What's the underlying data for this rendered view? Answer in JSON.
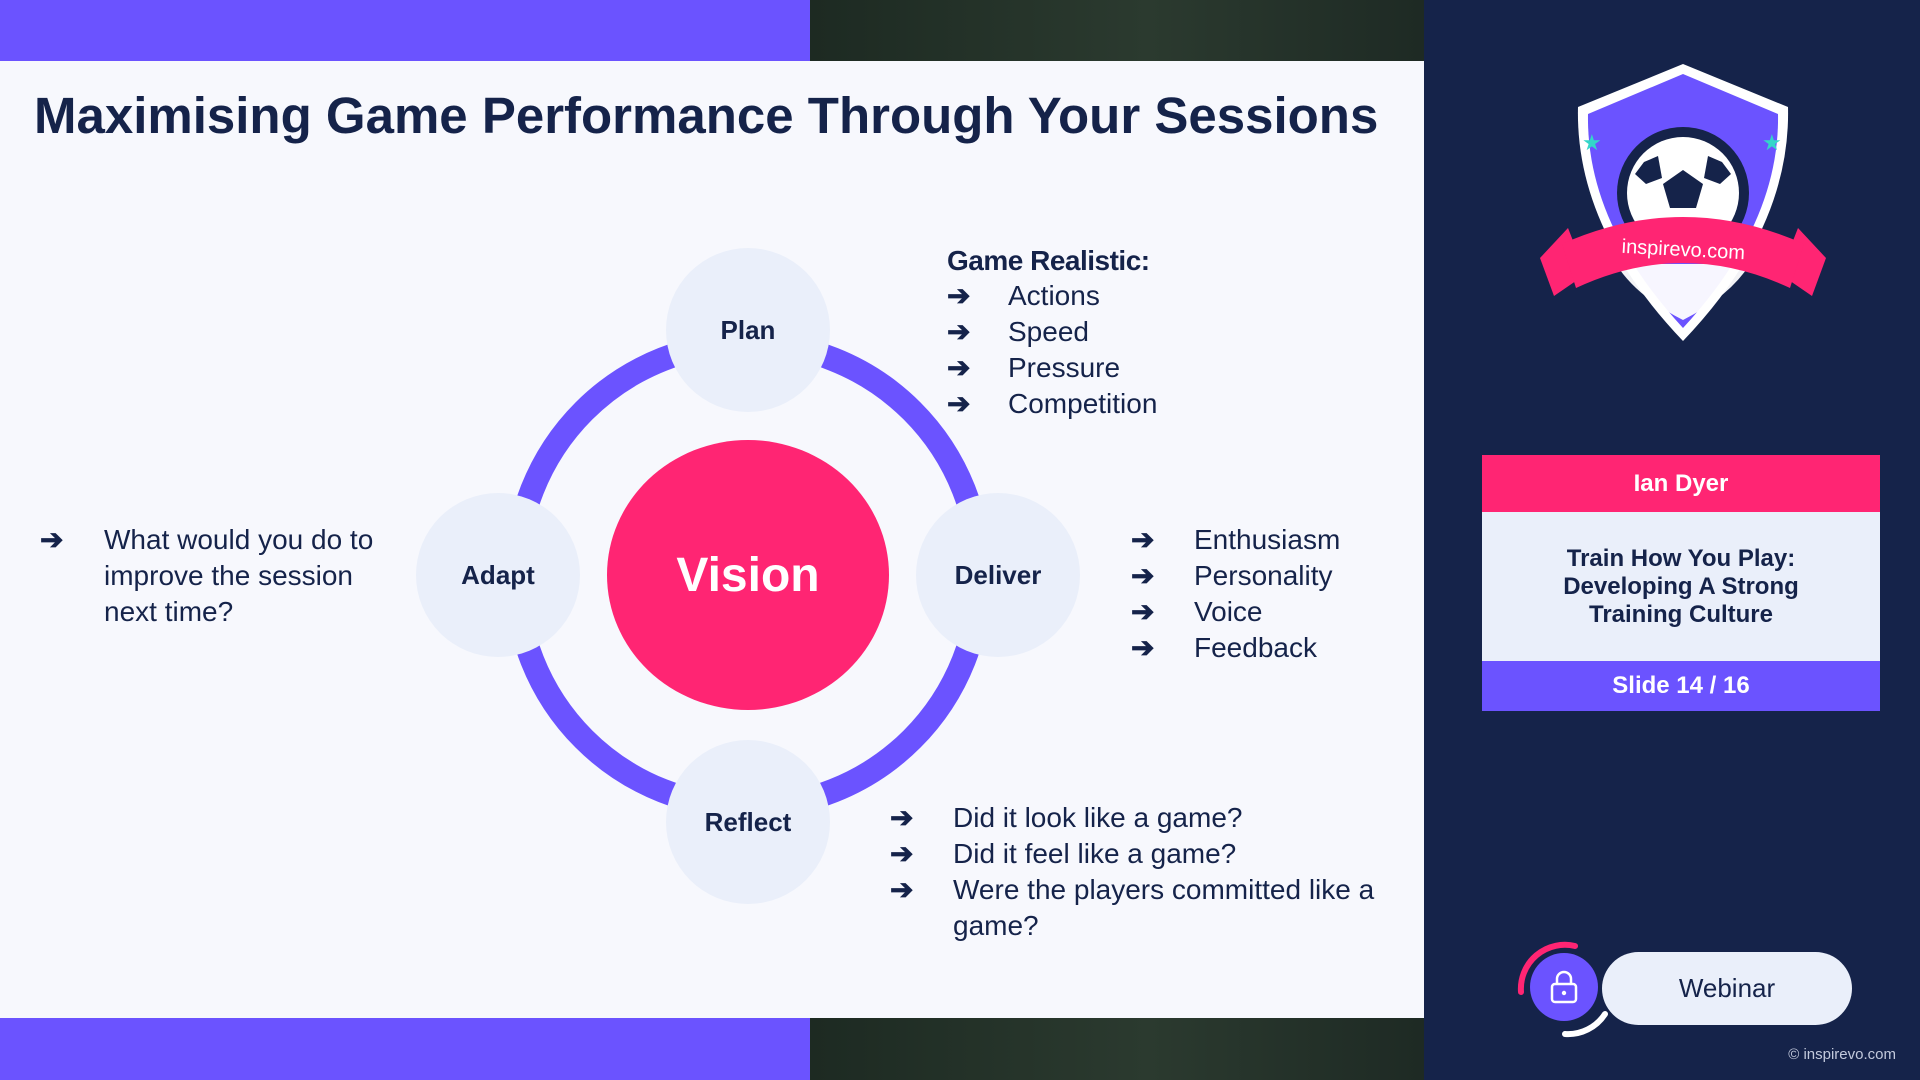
{
  "slide": {
    "title": "Maximising Game Performance Through Your Sessions",
    "cycle": {
      "center": "Vision",
      "nodes": {
        "plan": "Plan",
        "deliver": "Deliver",
        "reflect": "Reflect",
        "adapt": "Adapt"
      }
    },
    "plan_notes": {
      "heading": "Game Realistic:",
      "items": [
        "Actions",
        "Speed",
        "Pressure",
        "Competition"
      ]
    },
    "deliver_notes": [
      "Enthusiasm",
      "Personality",
      "Voice",
      "Feedback"
    ],
    "reflect_notes": [
      "Did it look like a game?",
      "Did it feel like a game?",
      "Were the players committed like a game?"
    ],
    "adapt_notes": [
      "What would you do to improve the session next time?"
    ],
    "arrow": "➔"
  },
  "sidebar": {
    "logo_text": "inspirevo.com",
    "presenter": "Ian Dyer",
    "webinar_title": "Train How You Play: Developing A Strong Training Culture",
    "slide_counter": "Slide 14 / 16",
    "webinar_label": "Webinar",
    "copyright": "© inspirevo.com"
  },
  "colors": {
    "navy": "#15234a",
    "purple": "#6b53ff",
    "pink": "#ff2573",
    "light": "#eaeffa",
    "slide_bg": "#f7f8fd"
  }
}
